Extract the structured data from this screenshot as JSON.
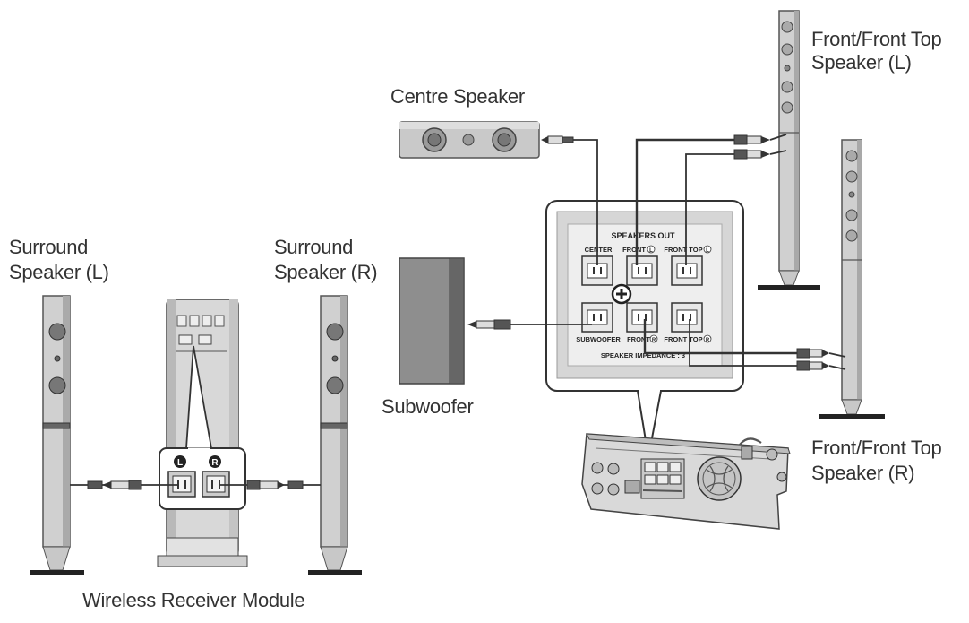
{
  "labels": {
    "centre_speaker": "Centre Speaker",
    "front_left_line1": "Front/Front Top",
    "front_left_line2": "Speaker (L)",
    "front_right_line1": "Front/Front Top",
    "front_right_line2": "Speaker (R)",
    "surround_left_line1": "Surround",
    "surround_left_line2": "Speaker (L)",
    "surround_right_line1": "Surround",
    "surround_right_line2": "Speaker (R)",
    "subwoofer": "Subwoofer",
    "wireless_module": "Wireless Receiver Module"
  },
  "panel": {
    "title": "SPEAKERS OUT",
    "center": "CENTER",
    "front_l": "FRONT",
    "front_top_l": "FRONT TOP",
    "subwoofer": "SUBWOOFER",
    "front_r": "FRONT",
    "front_top_r": "FRONT TOP",
    "side_l": "L",
    "side_r": "R",
    "impedance": "SPEAKER IMPEDANCE : 3"
  },
  "module": {
    "left_mark": "L",
    "right_mark": "R"
  }
}
